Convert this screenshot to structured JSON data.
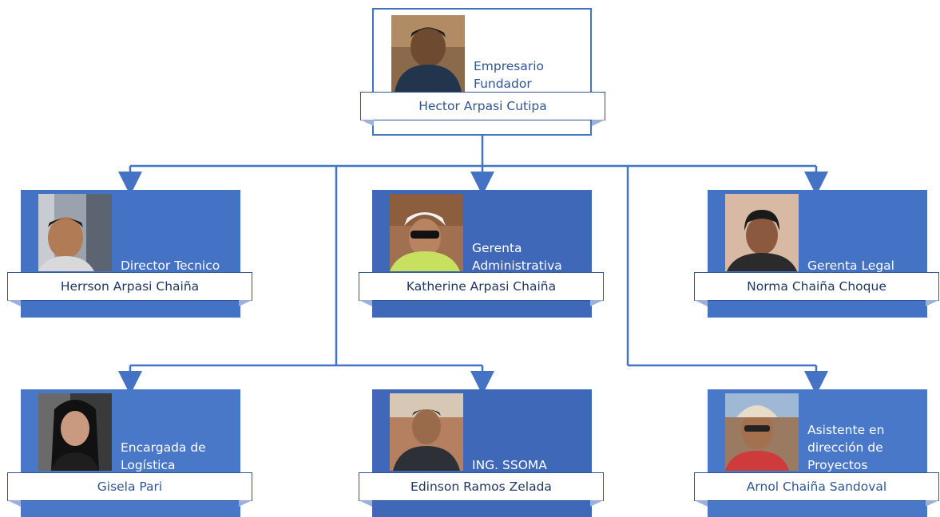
{
  "org_chart": {
    "root": {
      "role": "Empresario\nFundador",
      "name": "Hector Arpasi Cutipa"
    },
    "level1": [
      {
        "role": "Director Tecnico",
        "name": "Herrson Arpasi Chaiña"
      },
      {
        "role": "Gerenta\nAdministrativa",
        "name": "Katherine Arpasi Chaiña"
      },
      {
        "role": "Gerenta Legal",
        "name": "Norma Chaiña Choque"
      }
    ],
    "level2": [
      {
        "role": "Encargada de\nLogística",
        "name": "Gisela Pari"
      },
      {
        "role": "ING. SSOMA",
        "name": "Edinson Ramos Zelada"
      },
      {
        "role": "Asistente en\ndirección de\nProyectos",
        "name": "Arnol Chaiña Sandoval"
      }
    ]
  },
  "colors": {
    "accent": "#4472c4",
    "text_dark": "#1f3864",
    "text_blue": "#2f5597"
  }
}
